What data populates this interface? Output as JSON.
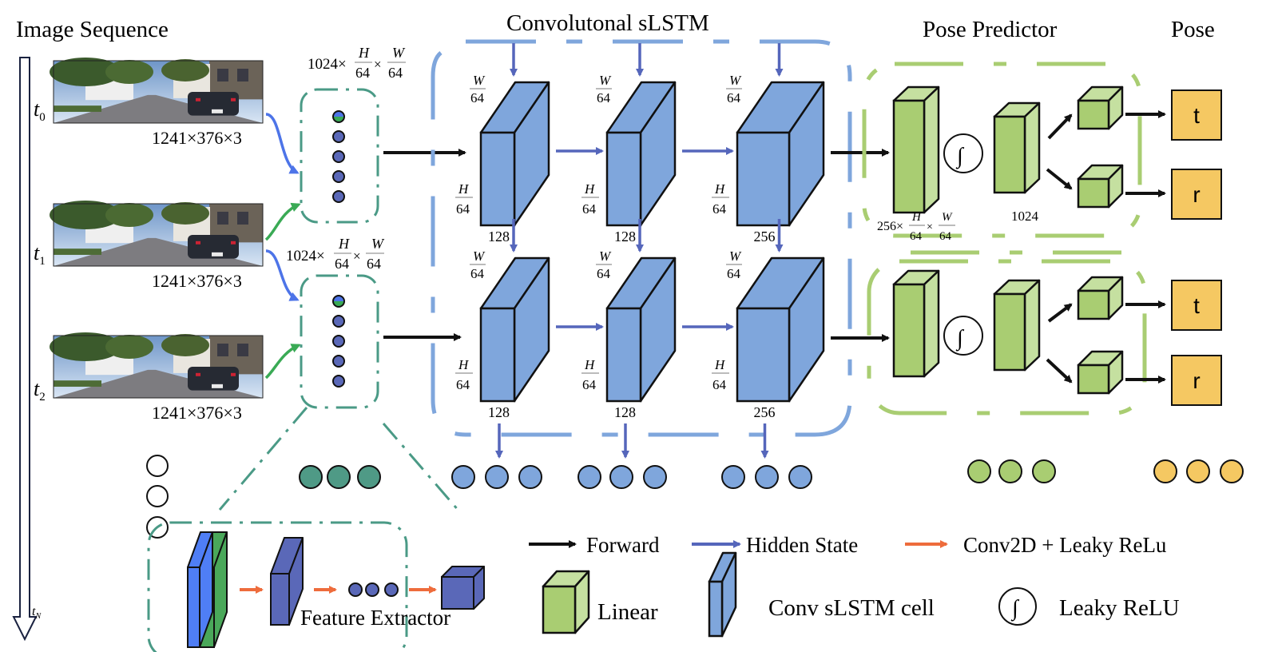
{
  "titles": {
    "image_sequence": "Image Sequence",
    "conv_slstm": "Convolutonal sLSTM",
    "pose_predictor": "Pose Predictor",
    "pose": "Pose"
  },
  "time_axis": {
    "labels": [
      {
        "base": "t",
        "sub": "0"
      },
      {
        "base": "t",
        "sub": "1"
      },
      {
        "base": "t",
        "sub": "2"
      },
      {
        "base": "t",
        "sub": "N"
      }
    ]
  },
  "frames": [
    {
      "label": "1241×376×3",
      "alt": "street scene frame t0"
    },
    {
      "label": "1241×376×3",
      "alt": "street scene frame t1"
    },
    {
      "label": "1241×376×3",
      "alt": "street scene frame t2"
    }
  ],
  "feature_dims": {
    "prefix": "1024×",
    "h": "H",
    "w": "W",
    "den": "64",
    "times": "×"
  },
  "lstm_cells": {
    "w_label": "W",
    "h_label": "H",
    "den": "64",
    "channels": [
      "128",
      "128",
      "256"
    ]
  },
  "pose_predictor": {
    "dim_prefix": "256×",
    "linear2_label": "1024",
    "outputs": [
      "t",
      "r"
    ]
  },
  "feature_extractor": {
    "label": "Feature Extractor"
  },
  "legend": {
    "forward": "Forward",
    "hidden_state": "Hidden State",
    "conv2d": "Conv2D + Leaky ReLu",
    "linear": "Linear",
    "conv_slstm_cell": "Conv sLSTM cell",
    "leaky_relu": "Leaky ReLU",
    "relu_symbol": "∫"
  },
  "colors": {
    "lstm_blue": "#7fa6dc",
    "hidden_arrow": "#5566bb",
    "linear_green": "#a9cd72",
    "linear_green_light": "#c5e0a0",
    "pose_yellow": "#f5c862",
    "teal": "#4a9a86",
    "teal_dots": "#4f9a86",
    "fe_blue": "#5a68b8",
    "fe_bright_blue": "#4f7ef5",
    "fe_green": "#4aa85a",
    "orange": "#ee6c3c",
    "forward": "#111111",
    "green_arrow": "#3aaa55",
    "blue_arrow": "#4d74e8"
  }
}
